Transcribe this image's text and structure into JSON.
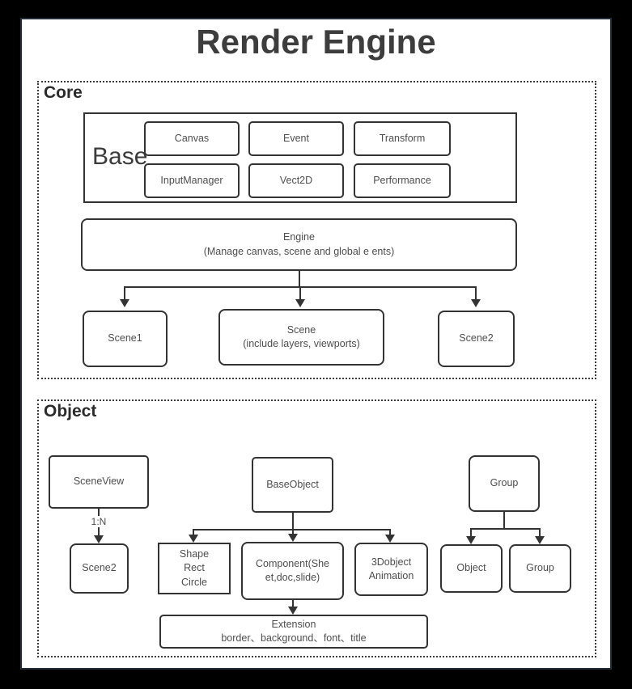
{
  "colors": {
    "ink": "#333333",
    "text": "#4e4e4e",
    "page_border": "#232c36"
  },
  "title": "Render Engine",
  "core": {
    "label": "Core",
    "base": {
      "label": "Base",
      "modules": {
        "canvas": "Canvas",
        "event": "Event",
        "transform": "Transform",
        "input_manager": "InputManager",
        "vect2d": "Vect2D",
        "performance": "Performance"
      }
    },
    "engine": "Engine\n(Manage canvas, scene and global e ents)",
    "scene1": "Scene1",
    "scene_center": "Scene\n(include layers, viewports)",
    "scene2": "Scene2"
  },
  "object": {
    "label": "Object",
    "scene_view": "SceneView",
    "base_object": "BaseObject",
    "group": "Group",
    "relation_label": "1:N",
    "scene2": "Scene2",
    "shape": "Shape\nRect\nCircle",
    "component": "Component(She\net,doc,slide)",
    "object3d": "3Dobject\nAnimation",
    "object_child": "Object",
    "group_child": "Group",
    "extension": "Extension\nborder、background、font、title"
  }
}
